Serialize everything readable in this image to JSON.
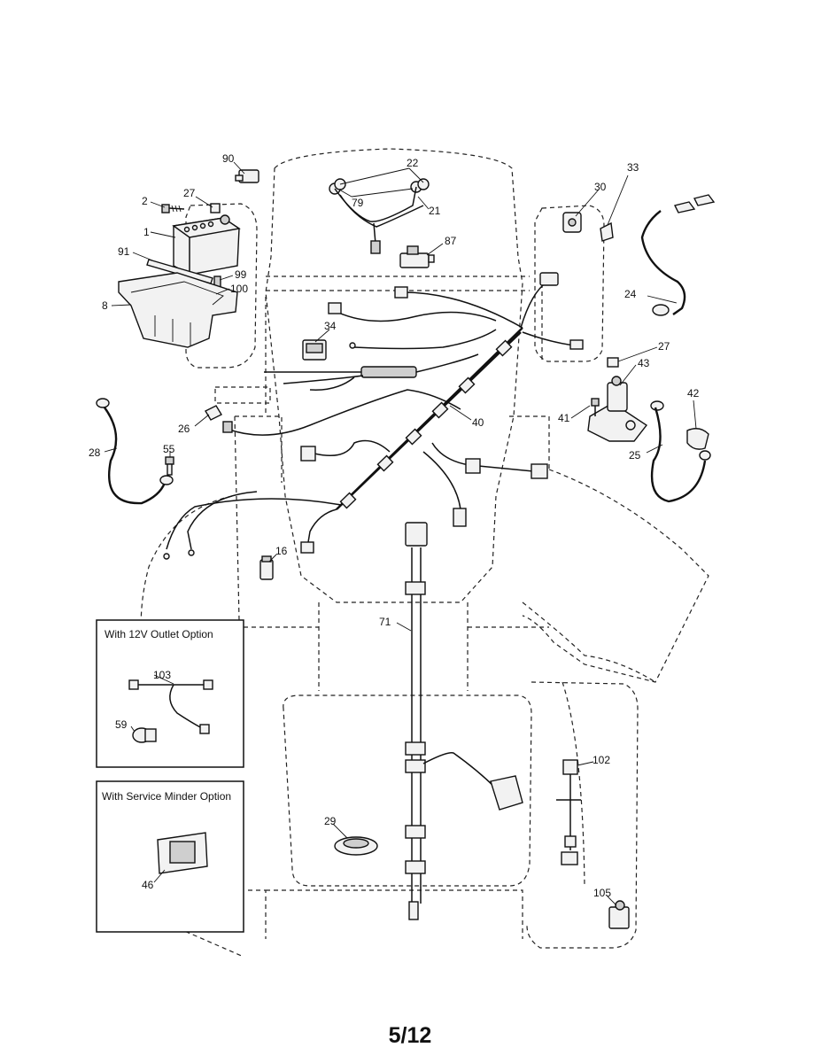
{
  "page_number": "5/12",
  "insets": {
    "outlet_title": "With 12V Outlet Option",
    "minder_title": "With Service Minder Option"
  },
  "callouts": {
    "c90": "90",
    "c22": "22",
    "c2": "2",
    "c27a": "27",
    "c79": "79",
    "c21": "21",
    "c1": "1",
    "c87": "87",
    "c30": "30",
    "c33": "33",
    "c91": "91",
    "c99": "99",
    "c100": "100",
    "c8": "8",
    "c24": "24",
    "c34": "34",
    "c27b": "27",
    "c43": "43",
    "c42": "42",
    "c41": "41",
    "c26": "26",
    "c40": "40",
    "c28": "28",
    "c55": "55",
    "c25": "25",
    "c16": "16",
    "c71": "71",
    "c103": "103",
    "c59": "59",
    "c102": "102",
    "c29": "29",
    "c46": "46",
    "c105": "105"
  }
}
